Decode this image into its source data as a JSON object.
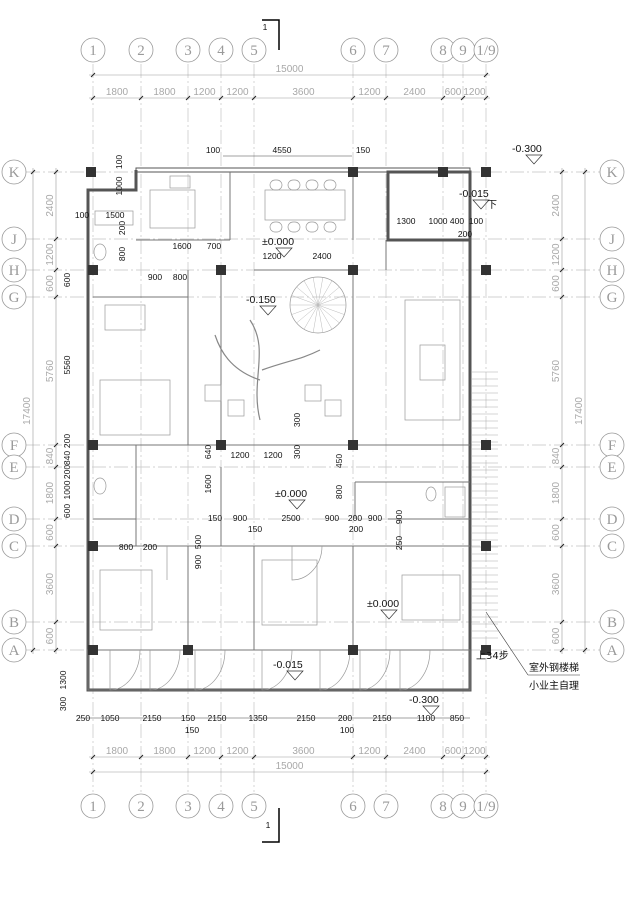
{
  "drawing": {
    "section_mark_top": "1",
    "section_mark_bottom": "1",
    "column_axes": [
      "1",
      "2",
      "3",
      "4",
      "5",
      "6",
      "7",
      "8",
      "9",
      "1/9"
    ],
    "row_axes": [
      "K",
      "J",
      "H",
      "G",
      "F",
      "E",
      "D",
      "C",
      "B",
      "A"
    ],
    "column_spacings": [
      "1800",
      "1800",
      "1200",
      "1200",
      "3600",
      "1200",
      "2400",
      "600",
      "1200"
    ],
    "column_total": "15000",
    "row_spacings": [
      "2400",
      "1200",
      "600",
      "5760",
      "840",
      "1800",
      "600",
      "3600",
      "600"
    ],
    "row_total": "17400",
    "elevations": [
      "-0.300",
      "-0.015",
      "±0.000",
      "-0.150",
      "±0.000",
      "±0.000",
      "-0.015",
      "-0.300"
    ],
    "down_label": "下",
    "stair_note": "上34步",
    "stair_callout": [
      "室外钢楼梯",
      "小业主自理"
    ],
    "detail_dims": [
      "100",
      "4550",
      "150",
      "100",
      "1000",
      "100",
      "1500",
      "200",
      "800",
      "1600",
      "700",
      "900",
      "800",
      "1200",
      "2400",
      "1300",
      "1000",
      "400",
      "100",
      "200",
      "600",
      "5560",
      "200",
      "840",
      "200",
      "1000",
      "600",
      "640",
      "1200",
      "1200",
      "300",
      "450",
      "1600",
      "800",
      "150",
      "900",
      "2500",
      "900",
      "200",
      "900",
      "900",
      "150",
      "200",
      "250",
      "800",
      "200",
      "500",
      "900",
      "300",
      "1300",
      "300",
      "250",
      "1050",
      "2150",
      "150",
      "2150",
      "1350",
      "2150",
      "200",
      "2150",
      "1100",
      "850",
      "150",
      "100"
    ],
    "colors": {
      "axis": "#9a9a9a",
      "wall": "#555555",
      "column": "#333333",
      "text": "#111111"
    }
  }
}
